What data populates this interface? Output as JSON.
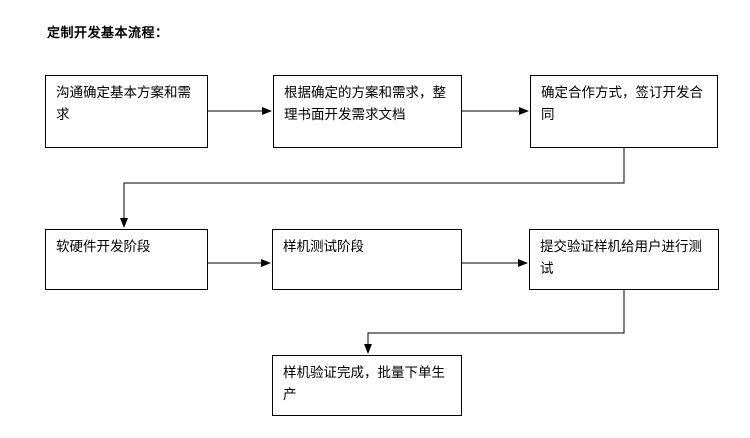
{
  "title": "定制开发基本流程：",
  "steps": [
    {
      "id": "s1",
      "label": "沟通确定基本方案和需求"
    },
    {
      "id": "s2",
      "label": "根据确定的方案和需求，整理书面开发需求文档"
    },
    {
      "id": "s3",
      "label": "确定合作方式，签订开发合同"
    },
    {
      "id": "s4",
      "label": "软硬件开发阶段"
    },
    {
      "id": "s5",
      "label": "样机测试阶段"
    },
    {
      "id": "s6",
      "label": "提交验证样机给用户进行测试"
    },
    {
      "id": "s7",
      "label": "样机验证完成，批量下单生产"
    }
  ],
  "edges": [
    {
      "from": "s1",
      "to": "s2"
    },
    {
      "from": "s2",
      "to": "s3"
    },
    {
      "from": "s3",
      "to": "s4"
    },
    {
      "from": "s4",
      "to": "s5"
    },
    {
      "from": "s5",
      "to": "s6"
    },
    {
      "from": "s6",
      "to": "s7"
    }
  ],
  "colors": {
    "line": "#000000",
    "box_border": "#000000",
    "background": "#ffffff"
  }
}
